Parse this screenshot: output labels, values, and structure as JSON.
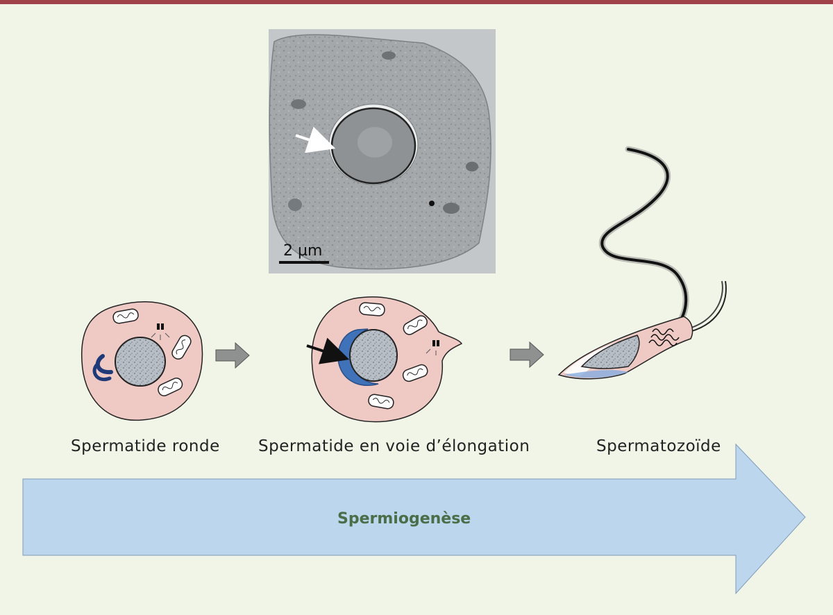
{
  "scale_bar": {
    "label": "2 µm"
  },
  "stages": [
    {
      "label": "Spermatide ronde"
    },
    {
      "label": "Spermatide en voie d’élongation"
    },
    {
      "label": "Spermatozoïde"
    }
  ],
  "process": {
    "label": "Spermiogenèse"
  },
  "colors": {
    "top_bar": "#a0424a",
    "background": "#f0f5e8",
    "cytoplasm": "#efc9c4",
    "acrosome": "#3f72b8",
    "big_arrow": "#bcd6ee",
    "process_text": "#4a6e48"
  }
}
